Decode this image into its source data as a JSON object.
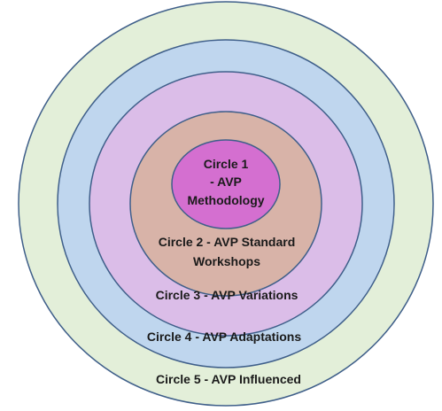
{
  "circles": [
    {
      "lines": [
        "Circle 5 - AVP Influenced"
      ],
      "fill": "#e3efd9",
      "stroke": "#3f5f8a"
    },
    {
      "lines": [
        "Circle 4 - AVP Adaptations"
      ],
      "fill": "#bfd6ee",
      "stroke": "#3f5f8a"
    },
    {
      "lines": [
        "Circle 3 - AVP Variations"
      ],
      "fill": "#dbbde8",
      "stroke": "#3f5f8a"
    },
    {
      "lines": [
        "Circle 2 - AVP Standard",
        "Workshops"
      ],
      "fill": "#d8b3a8",
      "stroke": "#3f5f8a"
    },
    {
      "lines": [
        "Circle 1",
        "- AVP",
        "Methodology"
      ],
      "fill": "#d46fd0",
      "stroke": "#3f5f8a"
    }
  ]
}
